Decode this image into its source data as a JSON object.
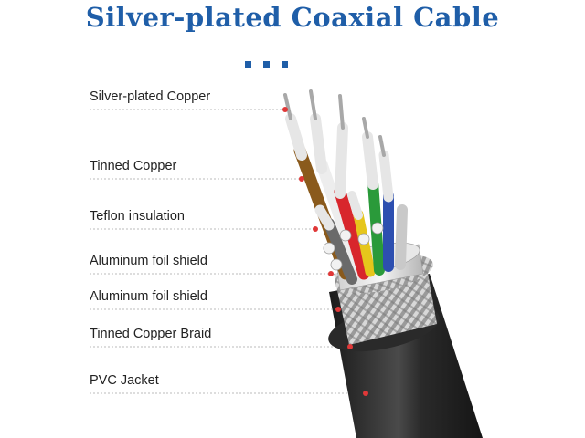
{
  "title": "Silver-plated Coaxial Cable",
  "labels": [
    {
      "text": "Silver-plated Copper"
    },
    {
      "text": "Tinned Copper"
    },
    {
      "text": "Teflon insulation"
    },
    {
      "text": "Aluminum foil shield"
    },
    {
      "text": "Aluminum foil shield"
    },
    {
      "text": "Tinned Copper Braid"
    },
    {
      "text": "PVC Jacket"
    }
  ],
  "colors": {
    "title": "#1f5ea8",
    "leader_line": "#bbbbbb",
    "leader_dot": "#e03838",
    "jacket": "#2b2b2b",
    "braid": "#b8b8b8",
    "wire_red": "#d8262c",
    "wire_green": "#2a9a3a",
    "wire_blue": "#2d4fb0",
    "wire_yellow": "#e6c61b",
    "wire_brown": "#8a5a1c",
    "wire_white": "#ededed"
  }
}
